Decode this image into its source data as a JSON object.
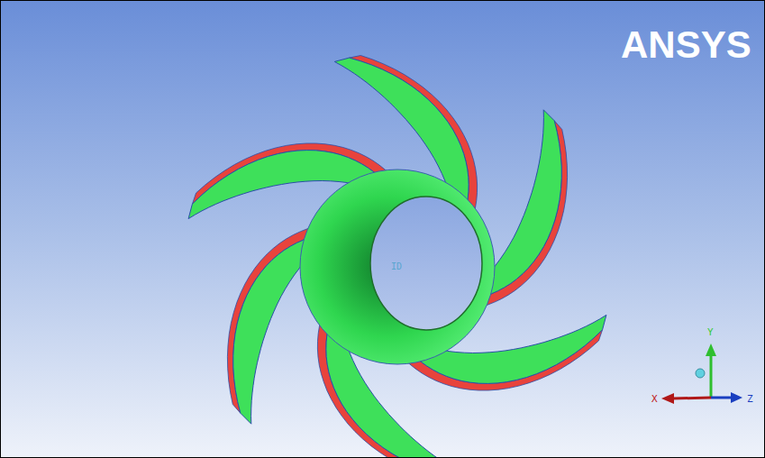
{
  "diagram": {
    "labels": [
      "ANSYS",
      "ID",
      "Y",
      "X",
      "Z"
    ]
  }
}
